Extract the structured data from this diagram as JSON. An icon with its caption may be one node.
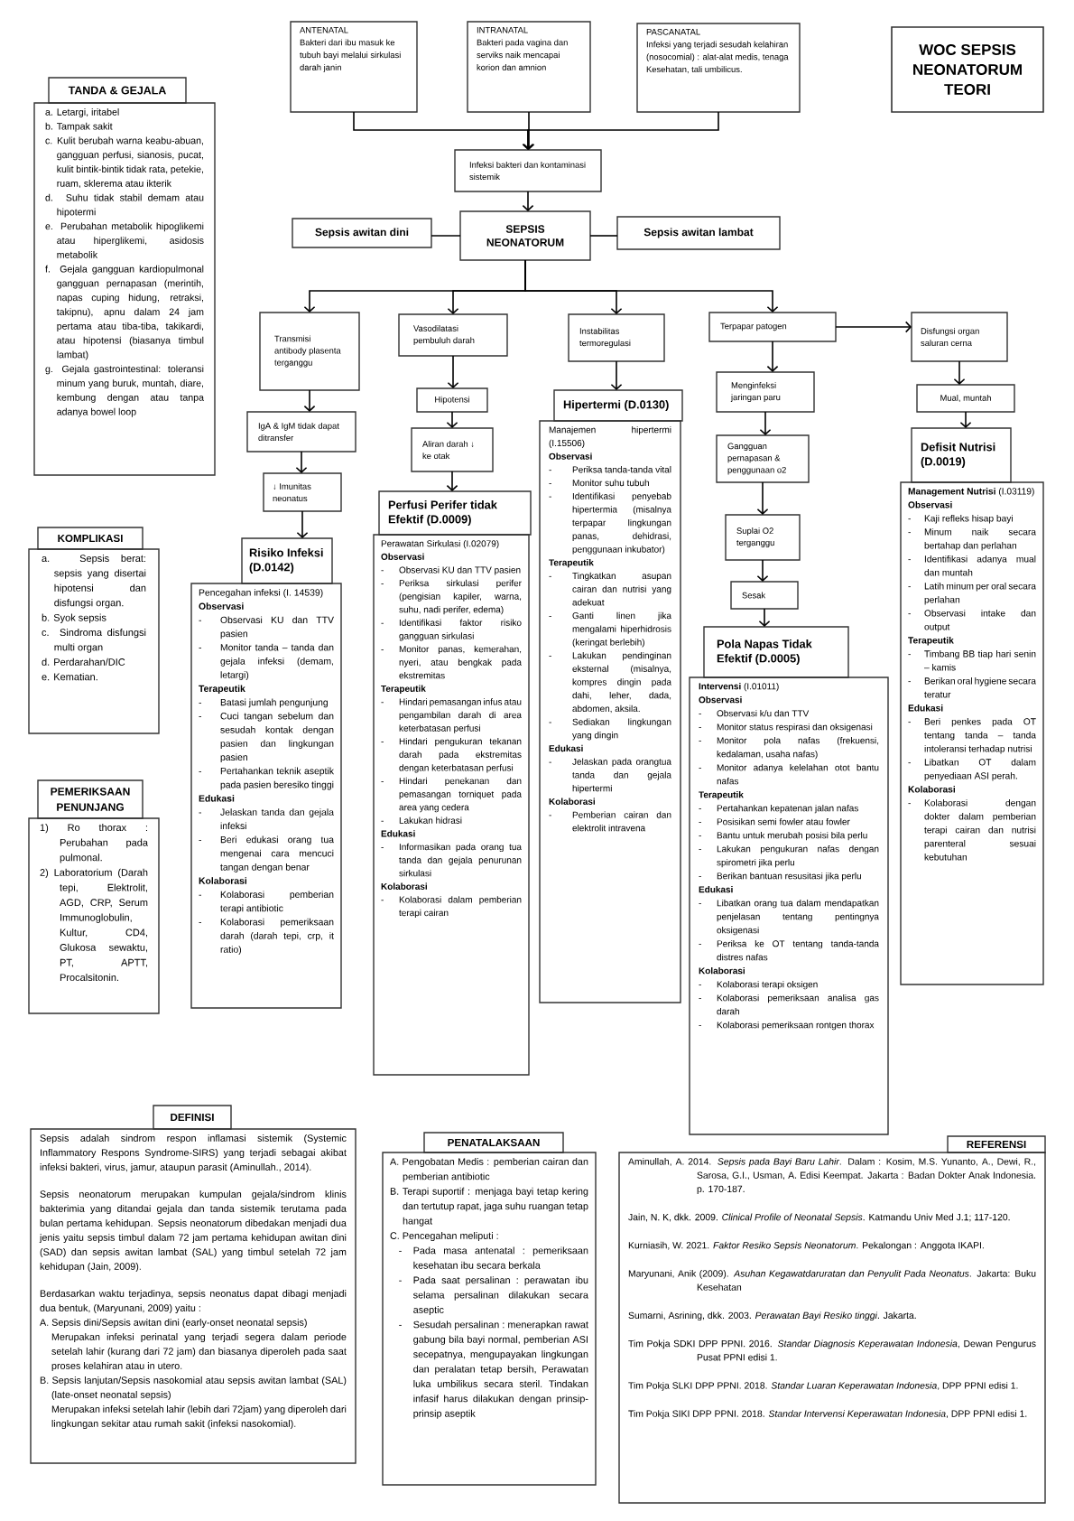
{
  "diagram": {
    "nodes": [
      {
        "text": [
          "ANTENATAL",
          "Bakteri dari ibu masuk ke tubuh bayi melalui sirkulasi darah janin"
        ]
      },
      {
        "text": [
          "INTRANATAL",
          "Bakteri pada vagina dan serviks naik mencapai korion dan amnion"
        ]
      },
      {
        "text": [
          "PASCANATAL",
          "Infeksi yang terjadi sesudah kelahiran (nosocomial) : alat-alat medis, tenaga Kesehatan, tali umbilicus."
        ]
      },
      {
        "text": [
          "Infeksi bakteri dan kontaminasi sistemik"
        ]
      },
      {
        "text": [
          "Sepsis awitan dini"
        ]
      },
      {
        "text": [
          "SEPSIS NEONATORUM"
        ]
      },
      {
        "text": [
          "Sepsis awitan lambat"
        ]
      },
      {
        "text": [
          "Transmisi antibody plasenta terganggu"
        ]
      },
      {
        "text": [
          "IgA & IgM tidak dapat ditransfer"
        ]
      },
      {
        "text": [
          "↓ Imunitas neonatus"
        ]
      },
      {
        "text": [
          "Risiko Infeksi (D.0142)"
        ]
      },
      {
        "text": [
          "Pencegahan infeksi (I. 14539)",
          "Observasi",
          "- Observasi KU dan TTV pasien",
          "- Monitor tanda – tanda dan gejala infeksi (demam, letargi)",
          "Terapeutik",
          "- Batasi jumlah pengunjung",
          "- Cuci tangan sebelum dan sesudah kontak dengan pasien dan lingkungan pasien",
          "- Pertahankan teknik aseptik pada pasien beresiko tinggi",
          "Edukasi",
          "- Jelaskan tanda dan gejala infeksi",
          "- Beri edukasi orang tua mengenai cara mencuci tangan dengan benar",
          "Kolaborasi",
          "- Kolaborasi pemberian terapi antibiotic",
          "- Kolaborasi pemeriksaan darah (darah tepi, crp, it ratio)"
        ]
      },
      {
        "text": [
          "Vasodilatasi pembuluh darah"
        ]
      },
      {
        "text": [
          "Hipotensi"
        ]
      },
      {
        "text": [
          "Aliran darah ↓ ke otak"
        ]
      },
      {
        "text": [
          "Perfusi Perifer tidak Efektif (D.0009)"
        ]
      },
      {
        "text": [
          "Perawatan Sirkulasi (I.02079)",
          "Observasi",
          "- Observasi KU dan TTV pasien",
          "- Periksa sirkulasi perifer (pengisian kapiler, warna, suhu, nadi perifer, edema)",
          "- Identifikasi faktor risiko gangguan sirkulasi",
          "- Monitor panas, kemerahan, nyeri, atau bengkak pada ekstremitas",
          "Terapeutik",
          "- Hindari pemasangan infus atau pengambilan darah di area keterbatasan perfusi",
          "- Hindari pengukuran tekanan darah pada ekstremitas dengan keterbatasan perfusi",
          "- Hindari penekanan dan pemasangan torniquet pada area yang cedera",
          "- Lakukan hidrasi",
          "Edukasi",
          "- Informasikan pada orang tua tanda dan gejala penurunan sirkulasi",
          "Kolaborasi",
          "- Kolaborasi dalam pemberian terapi cairan"
        ]
      },
      {
        "text": [
          "Instabilitas termoregulasi"
        ]
      },
      {
        "text": [
          "Hipertermi (D.0130)"
        ]
      },
      {
        "text": [
          "Manajemen hipertermi (I.15506)",
          "Observasi",
          "- Periksa tanda-tanda vital",
          "- Monitor suhu tubuh",
          "- Identifikasi penyebab hipertermia (misalnya terpapar lingkungan panas, dehidrasi, penggunaan inkubator)",
          "Terapeutik",
          "- Tingkatkan asupan cairan dan nutrisi yang adekuat",
          "- Ganti linen jika mengalami hiperhidrosis (keringat berlebih)",
          "- Lakukan pendinginan eksternal (misalnya, kompres dingin pada dahi, leher, dada, abdomen, aksila.",
          "- Sediakan lingkungan yang dingin",
          "Edukasi",
          "- Jelaskan pada orangtua tanda dan gejala hipertermi",
          "Kolaborasi",
          "- Pemberian cairan dan elektrolit intravena"
        ]
      },
      {
        "text": [
          "Terpapar patogen"
        ]
      },
      {
        "text": [
          "Menginfeksi jaringan paru"
        ]
      },
      {
        "text": [
          "Gangguan pernapasan & penggunaan o2"
        ]
      },
      {
        "text": [
          "Suplai O2 terganggu"
        ]
      },
      {
        "text": [
          "Sesak"
        ]
      },
      {
        "text": [
          "Pola Napas Tidak Efektif (D.0005)"
        ]
      },
      {
        "text": [
          "**Intervensi** (I.01011)",
          "Observasi",
          "- Observasi k/u dan TTV",
          "- Monitor status respirasi dan oksigenasi",
          "- Monitor pola nafas (frekuensi, kedalaman, usaha nafas)",
          "- Monitor adanya kelelahan otot bantu nafas",
          "Terapeutik",
          "- Pertahankan kepatenan jalan nafas",
          "- Posisikan semi fowler atau fowler",
          "- Bantu untuk merubah posisi bila perlu",
          "- Lakukan pengukuran nafas dengan spirometri jika perlu",
          "- Berikan bantuan resusitasi jika perlu",
          "Edukasi",
          "- Libatkan orang tua dalam mendapatkan penjelasan tentang pentingnya oksigenasi",
          "- Periksa ke OT tentang tanda-tanda distres nafas",
          "Kolaborasi",
          "- Kolaborasi terapi oksigen",
          "- Kolaborasi pemeriksaan analisa gas darah",
          "- Kolaborasi pemeriksaan rontgen thorax"
        ]
      },
      {
        "text": [
          "Disfungsi organ saluran cerna"
        ]
      },
      {
        "text": [
          "Mual, muntah"
        ]
      },
      {
        "text": [
          "Defisit Nutrisi (D.0019)"
        ]
      },
      {
        "text": [
          "**Management Nutrisi** (I.03119)",
          "Observasi",
          "- Kaji refleks hisap bayi",
          "- Minum naik secara bertahap dan perlahan",
          "- Identifikasi adanya mual dan muntah",
          "- Latih minum per oral secara perlahan",
          "- Observasi intake dan output",
          "Terapeutik",
          "- Timbang BB tiap hari senin – kamis",
          "- Berikan oral hygiene secara teratur",
          "Edukasi",
          "- Beri penkes pada OT tentang tanda – tanda intoleransi terhadap nutrisi",
          "- Libatkan OT dalam penyediaan ASI perah.",
          "Kolaborasi",
          "- Kolaborasi dengan dokter dalam pemberian terapi cairan dan nutrisi parenteral sesuai kebutuhan"
        ]
      },
      {
        "text": [
          "TANDA & GEJALA"
        ]
      },
      {
        "text": [
          "a. Letargi, iritabel",
          "b. Tampak sakit",
          "c. Kulit berubah warna keabu-abuan, gangguan perfusi, sianosis, pucat, kulit bintik-bintik tidak rata, petekie, ruam, sklerema atau ikterik",
          "d. Suhu tidak stabil demam atau hipotermi",
          "e. Perubahan metabolik hipoglikemi atau hiperglikemi, asidosis metabolik",
          "f. Gejala gangguan kardiopulmonal gangguan pernapasan (merintih, napas cuping hidung, retraksi, takipnu), apnu dalam 24 jam pertama atau tiba-tiba, takikardi, atau hipotensi (biasanya timbul lambat)",
          "g. Gejala gastrointestinal: toleransi minum yang buruk, muntah, diare, kembung dengan atau tanpa adanya bowel loop"
        ]
      },
      {
        "text": [
          "KOMPLIKASI"
        ]
      },
      {
        "text": [
          "a. Sepsis berat: sepsis yang disertai hipotensi dan disfungsi organ.",
          "b. Syok sepsis",
          "c. Sindroma disfungsi multi organ",
          "d. Perdarahan/DIC",
          "e. Kematian."
        ]
      },
      {
        "text": [
          "PEMERIKSAAN PENUNJANG"
        ]
      },
      {
        "text": [
          "1) Ro thorax : Perubahan pada pulmonal.",
          "2) Laboratorium (Darah tepi, Elektrolit, AGD, CRP, Serum Immunoglobulin, Kultur, CD4, Glukosa sewaktu, PT, APTT, Procalsitonin."
        ]
      },
      {
        "text": [
          "DEFINISI"
        ]
      },
      {
        "text": [
          "Sepsis adalah sindrom respon inflamasi sistemik (Systemic Inflammatory Respons Syndrome-SIRS) yang terjadi sebagai akibat infeksi bakteri, virus, jamur, ataupun parasit (Aminullah., 2014).",
          "Sepsis neonatorum merupakan kumpulan gejala/sindrom klinis bakterimia yang ditandai gejala dan tanda sistemik terutama pada bulan pertama kehidupan. Sepsis neonatorum dibedakan menjadi dua jenis yaitu sepsis timbul dalam 72 jam pertama kehidupan awitan dini (SAD) dan sepsis awitan lambat (SAL) yang timbul setelah 72 jam kehidupan (Jain, 2009).",
          "Berdasarkan waktu terjadinya, sepsis neonatus dapat dibagi menjadi dua bentuk, (Maryunani, 2009) yaitu :",
          "A. Sepsis dini/Sepsis awitan dini (early-onset neonatal sepsis)",
          "Merupakan infeksi perinatal yang terjadi segera dalam periode setelah lahir (kurang dari 72 jam) dan biasanya diperoleh pada saat proses kelahiran atau in utero.",
          "B. Sepsis lanjutan/Sepsis nasokomial atau sepsis awitan lambat (SAL) (late-onset neonatal sepsis)",
          "Merupakan infeksi setelah lahir (lebih dari 72jam) yang diperoleh dari lingkungan sekitar atau rumah sakit (infeksi nasokomial)."
        ]
      },
      {
        "text": [
          "PENATALAKSAAN"
        ]
      },
      {
        "text": [
          "A. Pengobatan Medis : pemberian cairan dan pemberian antibiotic",
          "B. Terapi suportif : menjaga bayi tetap kering dan tertutup rapat, jaga suhu ruangan tetap hangat",
          "C. Pencegahan meliputi :",
          "- Pada masa antenatal : pemeriksaan kesehatan ibu secara berkala",
          "- Pada saat persalinan : perawatan ibu selama persalinan dilakukan secara aseptic",
          "- Sesudah persalinan : menerapkan rawat gabung bila bayi normal, pemberian ASI secepatnya, mengupayakan lingkungan dan peralatan tetap bersih, Perawatan luka umbilikus secara steril. Tindakan infasif harus dilakukan dengan prinsip-prinsip aseptik"
        ]
      },
      {
        "text": [
          "REFERENSI"
        ]
      },
      {
        "text": [
          "Aminullah, A. 2014. *Sepsis pada Bayi Baru Lahir*. Dalam : Kosim, M.S. Yunanto, A., Dewi, R., Sarosa, G.I., Usman, A. Edisi Keempat. Jakarta : Badan Dokter Anak Indonesia. p. 170-187.",
          "Jain, N. K, dkk. 2009. *Clinical Profile of Neonatal Sepsis*. Katmandu Univ Med J.1; 117-120.",
          "Kurniasih, W. 2021. *Faktor Resiko Sepsis Neonatorum*. Pekalongan : Anggota IKAPI.",
          "Maryunani, Anik (2009). *Asuhan Kegawatdaruratan dan Penyulit Pada Neonatus*. Jakarta: Buku Kesehatan",
          "Sumarni, Asrining, dkk. 2003. *Perawatan Bayi Resiko tinggi*. Jakarta.",
          "Tim Pokja SDKI DPP PPNI. 2016. *Standar Diagnosis Keperawatan Indonesia*, Dewan Pengurus Pusat PPNI edisi 1.",
          "Tim Pokja SLKI DPP PPNI. 2018. *Standar Luaran Keperawatan Indonesia*, DPP PPNI edisi 1.",
          "Tim Pokja SIKI DPP PPNI. 2018. *Standar Intervensi Keperawatan Indonesia*, DPP PPNI edisi 1."
        ]
      },
      {
        "text": [
          "WOC SEPSIS NEONATORUM TEORI"
        ]
      }
    ],
    "edges": [
      {
        "from": 0,
        "to": 3,
        "arrow": "to"
      },
      {
        "from": 1,
        "to": 3,
        "arrow": "to"
      },
      {
        "from": 2,
        "to": 3,
        "arrow": "to"
      },
      {
        "from": 3,
        "to": 5,
        "arrow": "to"
      },
      {
        "from": 5,
        "to": 4,
        "arrow": "none"
      },
      {
        "from": 5,
        "to": 6,
        "arrow": "none"
      },
      {
        "from": 5,
        "to": 7,
        "arrow": "to"
      },
      {
        "from": 5,
        "to": 12,
        "arrow": "to"
      },
      {
        "from": 5,
        "to": 17,
        "arrow": "to"
      },
      {
        "from": 5,
        "to": 20,
        "arrow": "to"
      },
      {
        "from": 7,
        "to": 8,
        "arrow": "to"
      },
      {
        "from": 8,
        "to": 9,
        "arrow": "to"
      },
      {
        "from": 9,
        "to": 10,
        "arrow": "to"
      },
      {
        "from": 12,
        "to": 13,
        "arrow": "to"
      },
      {
        "from": 13,
        "to": 14,
        "arrow": "to"
      },
      {
        "from": 14,
        "to": 15,
        "arrow": "to"
      },
      {
        "from": 17,
        "to": 18,
        "arrow": "to"
      },
      {
        "from": 20,
        "to": 21,
        "arrow": "to"
      },
      {
        "from": 21,
        "to": 22,
        "arrow": "to"
      },
      {
        "from": 22,
        "to": 23,
        "arrow": "to"
      },
      {
        "from": 23,
        "to": 24,
        "arrow": "to"
      },
      {
        "from": 24,
        "to": 25,
        "arrow": "to"
      },
      {
        "from": 20,
        "to": 27,
        "arrow": "to"
      },
      {
        "from": 27,
        "to": 28,
        "arrow": "to"
      },
      {
        "from": 28,
        "to": 29,
        "arrow": "to"
      }
    ]
  }
}
